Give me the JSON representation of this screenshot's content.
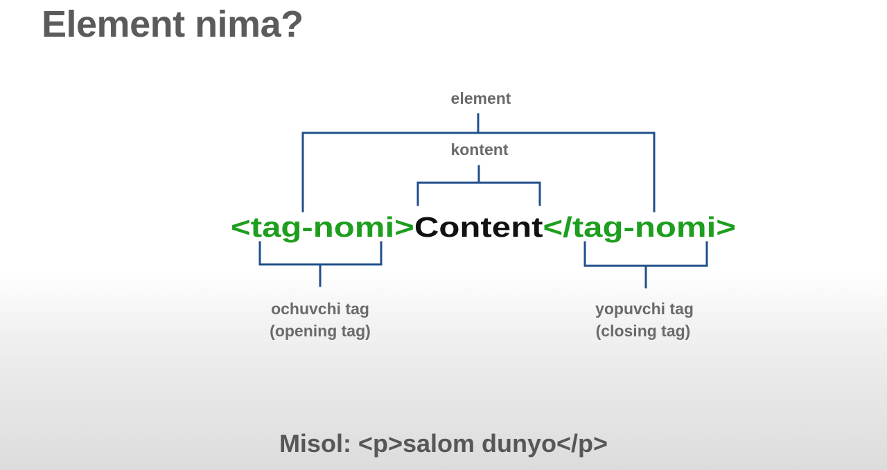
{
  "title": "Element nima?",
  "diagram": {
    "element_label": "element",
    "content_label": "kontent",
    "opening_tag": "<tag-nomi>",
    "content": "Content",
    "closing_tag": "</tag-nomi>",
    "opening_caption_line1": "ochuvchi tag",
    "opening_caption_line2": "(opening tag)",
    "closing_caption_line1": "yopuvchi tag",
    "closing_caption_line2": "(closing tag)"
  },
  "colors": {
    "tag": "#1e9e1e",
    "content": "#111111",
    "bracket": "#1f4f8a",
    "label": "#6a6a6a",
    "title": "#5b5b5b"
  },
  "example": "Misol: <p>salom dunyo</p>"
}
